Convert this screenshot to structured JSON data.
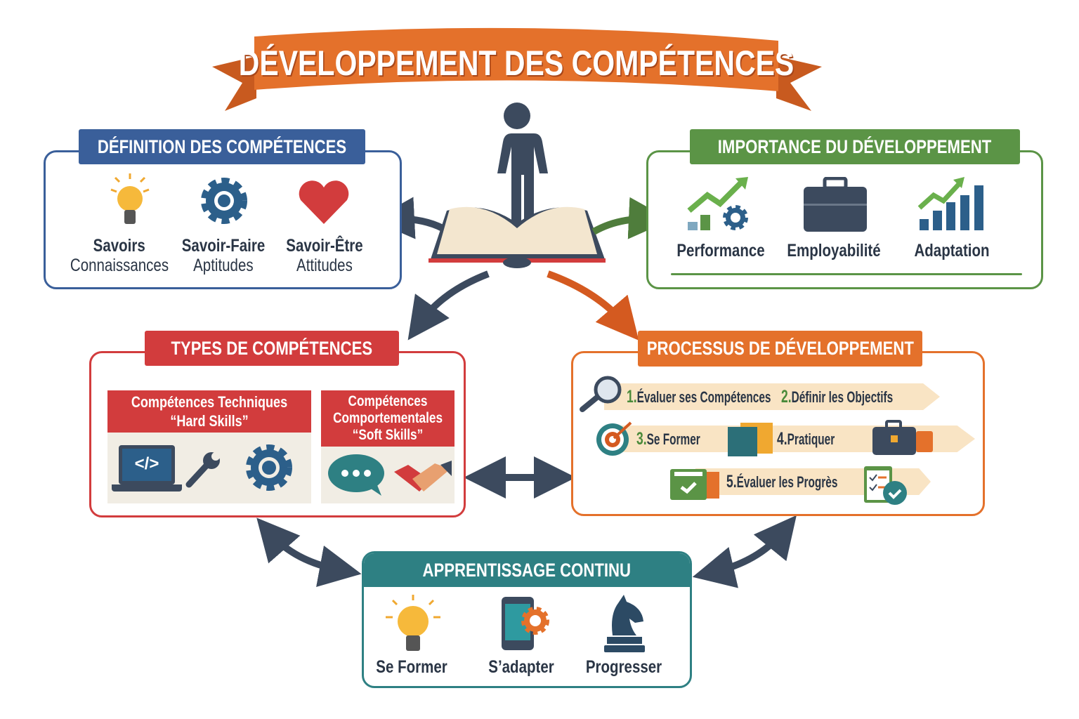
{
  "title": "DÉVELOPPEMENT DES COMPÉTENCES",
  "definition": {
    "title": "DÉFINITION DES COMPÉTENCES",
    "items": [
      {
        "title": "Savoirs",
        "subtitle": "Connaissances",
        "icon": "lightbulb-icon"
      },
      {
        "title": "Savoir-Faire",
        "subtitle": "Aptitudes",
        "icon": "gear-icon"
      },
      {
        "title": "Savoir-Être",
        "subtitle": "Attitudes",
        "icon": "heart-icon"
      }
    ]
  },
  "importance": {
    "title": "IMPORTANCE DU DÉVELOPPEMENT",
    "items": [
      {
        "label": "Performance",
        "icon": "growth-gear-icon"
      },
      {
        "label": "Employabilité",
        "icon": "briefcase-icon"
      },
      {
        "label": "Adaptation",
        "icon": "bar-chart-icon"
      }
    ]
  },
  "types": {
    "title": "TYPES DE COMPÉTENCES",
    "hard": {
      "line1": "Compétences Techniques",
      "line2": "“Hard Skills”"
    },
    "soft": {
      "line1": "Compétences",
      "line2": "Comportementales",
      "line3": "“Soft Skills”"
    },
    "code_symbol": "</>"
  },
  "process": {
    "title": "PROCESSUS DE DÉVELOPPEMENT",
    "steps": [
      {
        "num": "1.",
        "label": "Évaluer ses Compétences"
      },
      {
        "num": "2.",
        "label": "Définir les Objectifs"
      },
      {
        "num": "3.",
        "label": "Se Former"
      },
      {
        "num": "4.",
        "label": "Pratiquer"
      },
      {
        "num": "5.",
        "label": "Évaluer les Progrès"
      }
    ]
  },
  "continuous": {
    "title": "APPRENTISSAGE CONTINU",
    "items": [
      {
        "label": "Se Former",
        "icon": "lightbulb-icon"
      },
      {
        "label": "S’adapter",
        "icon": "tablet-gear-icon"
      },
      {
        "label": "Progresser",
        "icon": "chess-knight-icon"
      }
    ]
  },
  "colors": {
    "orange": "#e4712b",
    "blue": "#3a5f9a",
    "green": "#5b9446",
    "red": "#d23c3d",
    "teal": "#2e8083",
    "navy": "#3c4a5e"
  }
}
